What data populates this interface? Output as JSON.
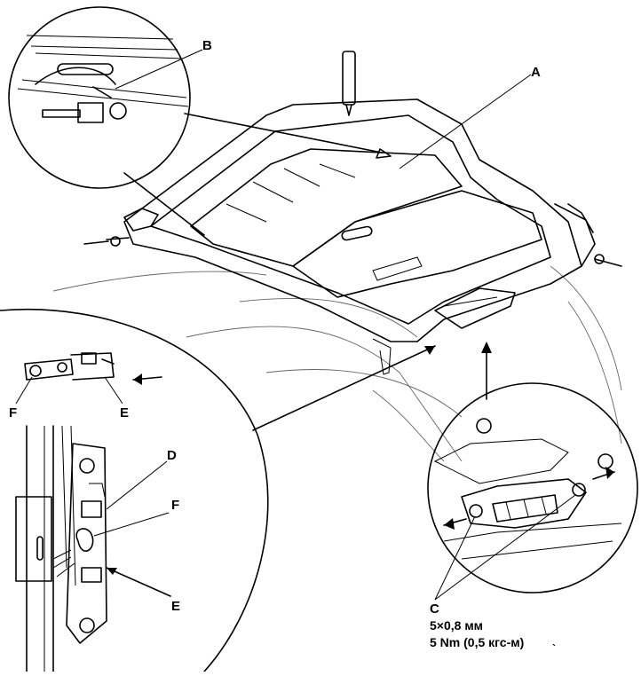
{
  "labels": {
    "a": "A",
    "b": "B",
    "c": "C",
    "d": "D",
    "e_left": "E",
    "e_lower": "E",
    "f_left": "F",
    "f_mid": "F"
  },
  "spec": {
    "bolt_size": "5×0,8 мм",
    "torque": "5 Nm (0,5 кгс-м)"
  },
  "extra_mark": "`"
}
